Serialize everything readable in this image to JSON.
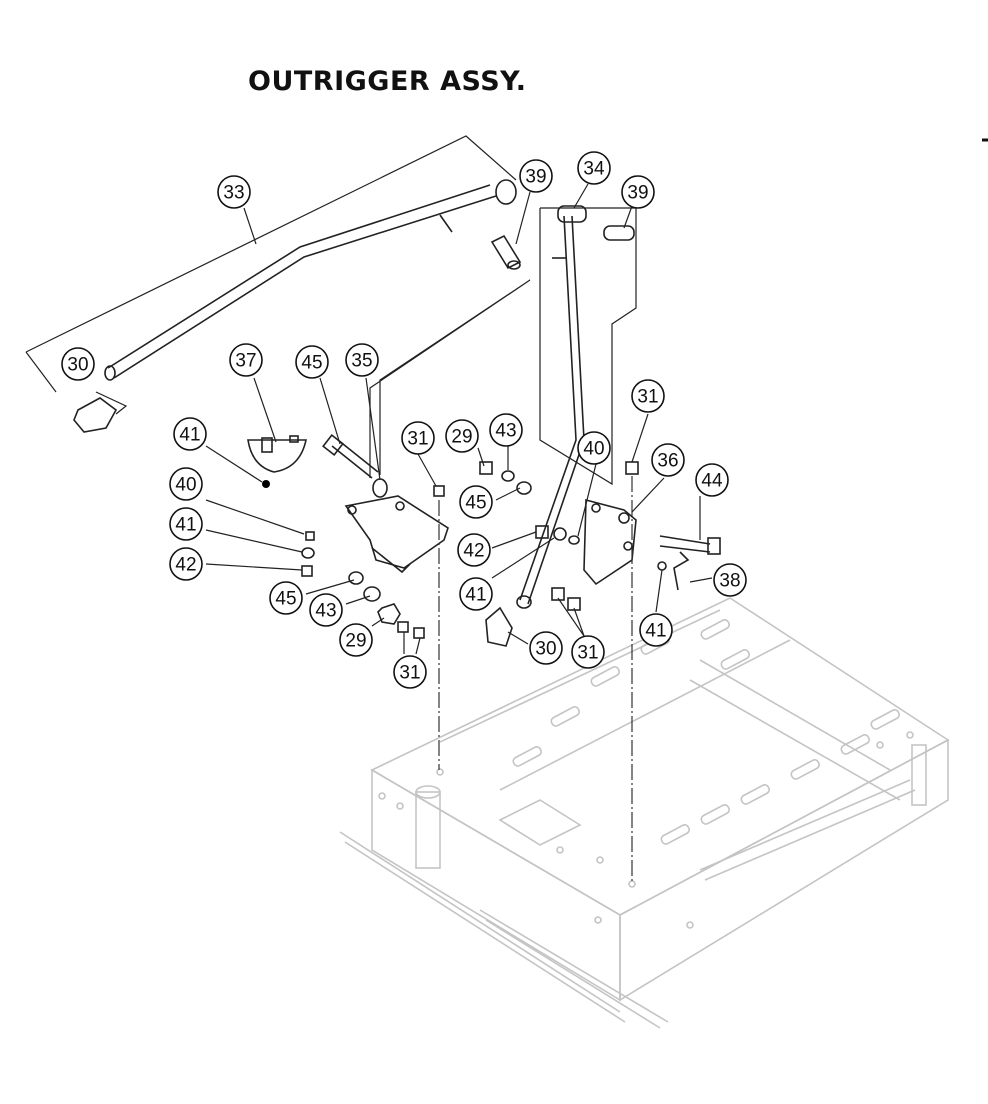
{
  "title": "OUTRIGGER ASSY.",
  "callouts": [
    {
      "label": "33"
    },
    {
      "label": "39"
    },
    {
      "label": "34"
    },
    {
      "label": "39"
    },
    {
      "label": "30"
    },
    {
      "label": "37"
    },
    {
      "label": "45"
    },
    {
      "label": "35"
    },
    {
      "label": "41"
    },
    {
      "label": "31"
    },
    {
      "label": "29"
    },
    {
      "label": "43"
    },
    {
      "label": "40"
    },
    {
      "label": "31"
    },
    {
      "label": "36"
    },
    {
      "label": "44"
    },
    {
      "label": "40"
    },
    {
      "label": "45"
    },
    {
      "label": "41"
    },
    {
      "label": "42"
    },
    {
      "label": "42"
    },
    {
      "label": "41"
    },
    {
      "label": "38"
    },
    {
      "label": "45"
    },
    {
      "label": "43"
    },
    {
      "label": "29"
    },
    {
      "label": "41"
    },
    {
      "label": "31"
    },
    {
      "label": "30"
    },
    {
      "label": "31"
    }
  ]
}
